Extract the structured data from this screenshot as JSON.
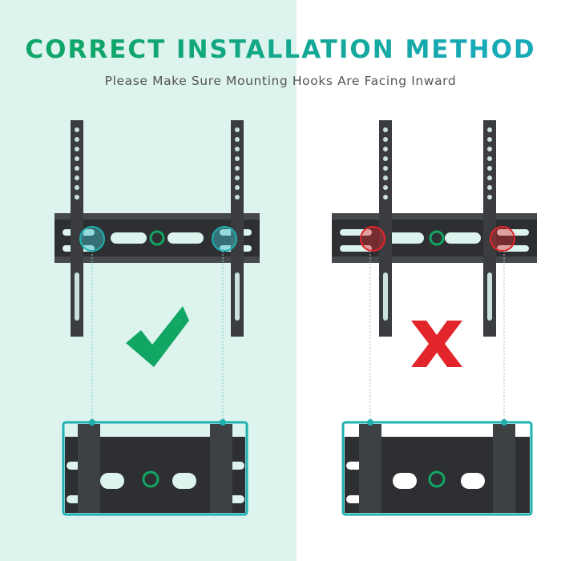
{
  "header": {
    "title": "CORRECT INSTALLATION METHOD",
    "subtitle": "Please Make Sure Mounting Hooks Are Facing Inward"
  },
  "colors": {
    "correct_panel_bg": "#dcf3ee",
    "accent_teal": "#1fb0b0",
    "correct_green": "#12a664",
    "wrong_red": "#e2252b",
    "mount_dark": "#3a3c3f"
  },
  "panels": [
    {
      "name": "correct",
      "indicator": "check-mark-icon"
    },
    {
      "name": "incorrect",
      "indicator": "x-mark-icon"
    }
  ]
}
